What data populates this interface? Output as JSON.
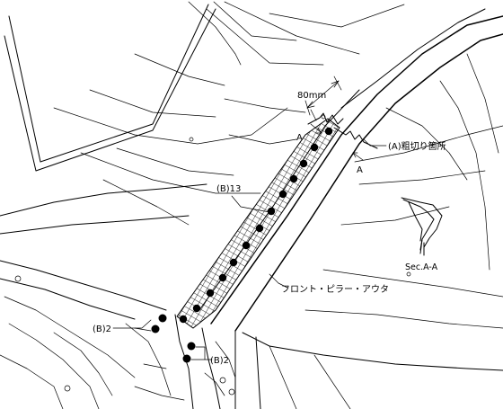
{
  "labels": {
    "dimension": "80mm",
    "section_marker_top": "A",
    "section_marker_bottom": "A",
    "rough_cut": "(A)粗切り箇所",
    "weld_b13": "(B)13",
    "weld_b2_left": "(B)2",
    "weld_b2_bottom": "(B)2",
    "part_name": "フロント・ピラー・アウタ",
    "section_view": "Sec.A-A"
  },
  "spot_welds": {
    "along_pillar_count": 13,
    "lower_left_count": 2,
    "lower_bottom_count": 2
  }
}
